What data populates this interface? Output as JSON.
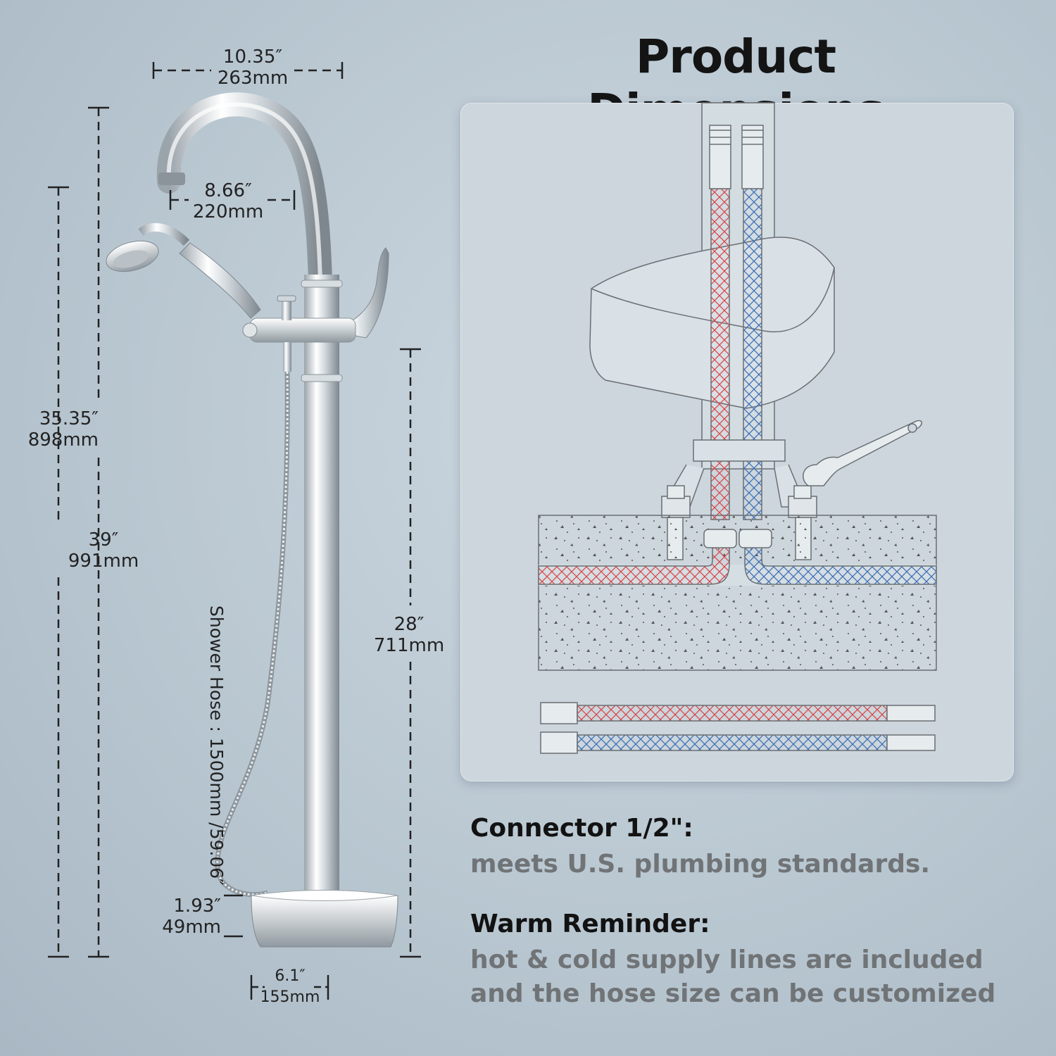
{
  "title": "Product Dimensions",
  "dimensions": {
    "spout_reach": {
      "in": "10.35″",
      "mm": "263mm"
    },
    "spout_height_diff": {
      "in": "8.66″",
      "mm": "220mm"
    },
    "spout_to_floor": {
      "in": "35.35″",
      "mm": "898mm"
    },
    "total_height": {
      "in": "39″",
      "mm": "991mm"
    },
    "valve_height": {
      "in": "28″",
      "mm": "711mm"
    },
    "base_height": {
      "in": "1.93″",
      "mm": "49mm"
    },
    "base_width": {
      "in": "6.1″",
      "mm": "155mm"
    }
  },
  "hose_label": "Shower Hose : 1500mm /59.06″",
  "notes": {
    "connector_title": "Connector 1/2\":",
    "connector_text": "meets U.S. plumbing standards.",
    "reminder_title": "Warm Reminder:",
    "reminder_line1": "hot & cold supply lines are included",
    "reminder_line2": "and the hose size can be customized"
  },
  "colors": {
    "hot": "#d9464a",
    "cold": "#3f6fb5",
    "chrome": "#e8ecef"
  },
  "icons": [
    "faucet-illustration",
    "wrench-icon",
    "supply-hose-icon"
  ]
}
